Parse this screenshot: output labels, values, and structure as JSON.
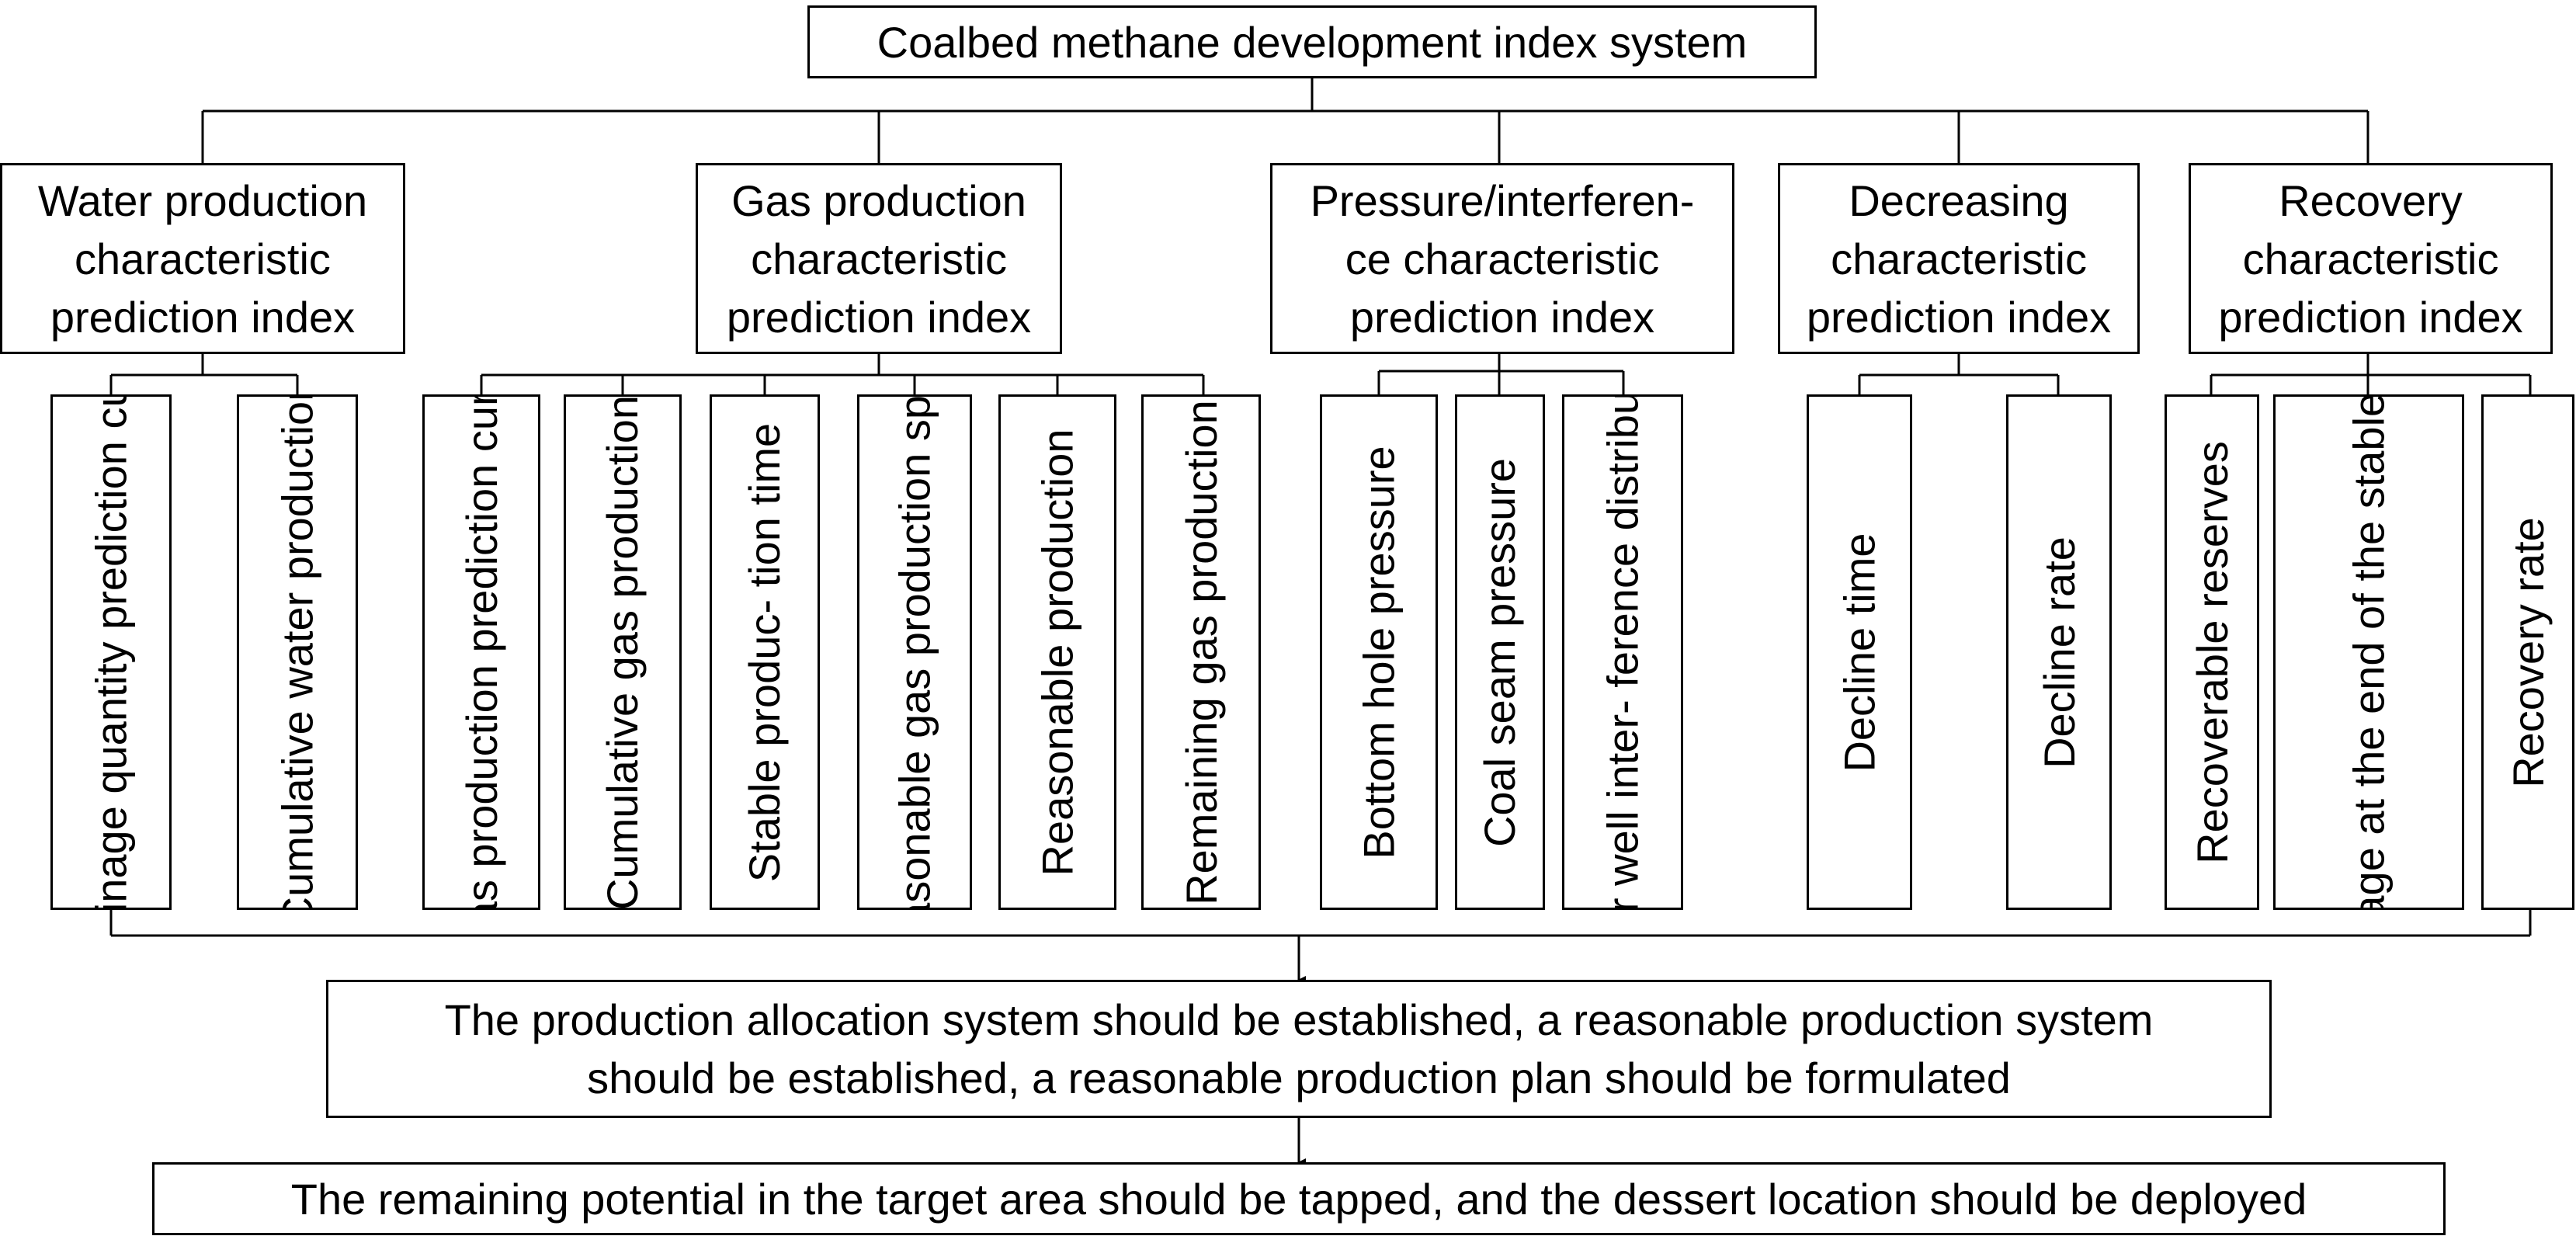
{
  "root": {
    "label": "Coalbed methane development index system"
  },
  "categories": [
    {
      "label": "Water production\ncharacteristic\nprediction index",
      "items": [
        "Drainage quantity\nprediction curve",
        "Cumulative\nwater production"
      ]
    },
    {
      "label": "Gas production\ncharacteristic\nprediction index",
      "items": [
        "Gas production\nprediction curve",
        "Cumulative gas\nproduction",
        "Stable produc-\ntion time",
        "Reasonable gas\nproduction speed",
        "Reasonable\nproduction",
        "Remaining gas\nproduction"
      ]
    },
    {
      "label": "Pressure/interferen-\nce characteristic\nprediction index",
      "items": [
        "Bottom hole\npressure",
        "Coal seam pressure",
        "Inter well inter-\nference distribution"
      ]
    },
    {
      "label": "Decreasing\ncharacteristic\nprediction index",
      "items": [
        "Decline time",
        "Decline rate"
      ]
    },
    {
      "label": "Recovery\ncharacteristic\nprediction index",
      "items": [
        "Recoverable reserves",
        "Recovery percentage\nat the end of the stable\nproduction period",
        "Recovery rate"
      ]
    }
  ],
  "outcomes": [
    "The production allocation system should be established, a reasonable production system\nshould be established, a reasonable production plan should be formulated",
    "The remaining potential in the target area should be tapped, and the dessert location should be deployed"
  ]
}
